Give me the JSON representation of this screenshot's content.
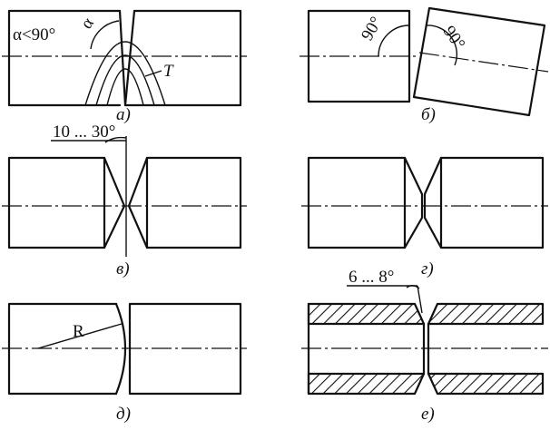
{
  "panels": {
    "a": {
      "caption": "а)",
      "angle_label": "α<90°",
      "alpha_label": "α",
      "t_label": "T"
    },
    "b": {
      "caption": "б)",
      "angle1_label": "90°",
      "angle2_label": "90°"
    },
    "v": {
      "caption": "в)",
      "angle_label": "10 ... 30°"
    },
    "g": {
      "caption": "г)"
    },
    "d": {
      "caption": "д)",
      "radius_label": "R"
    },
    "e": {
      "caption": "е)",
      "angle_label": "6 ... 8°"
    }
  }
}
